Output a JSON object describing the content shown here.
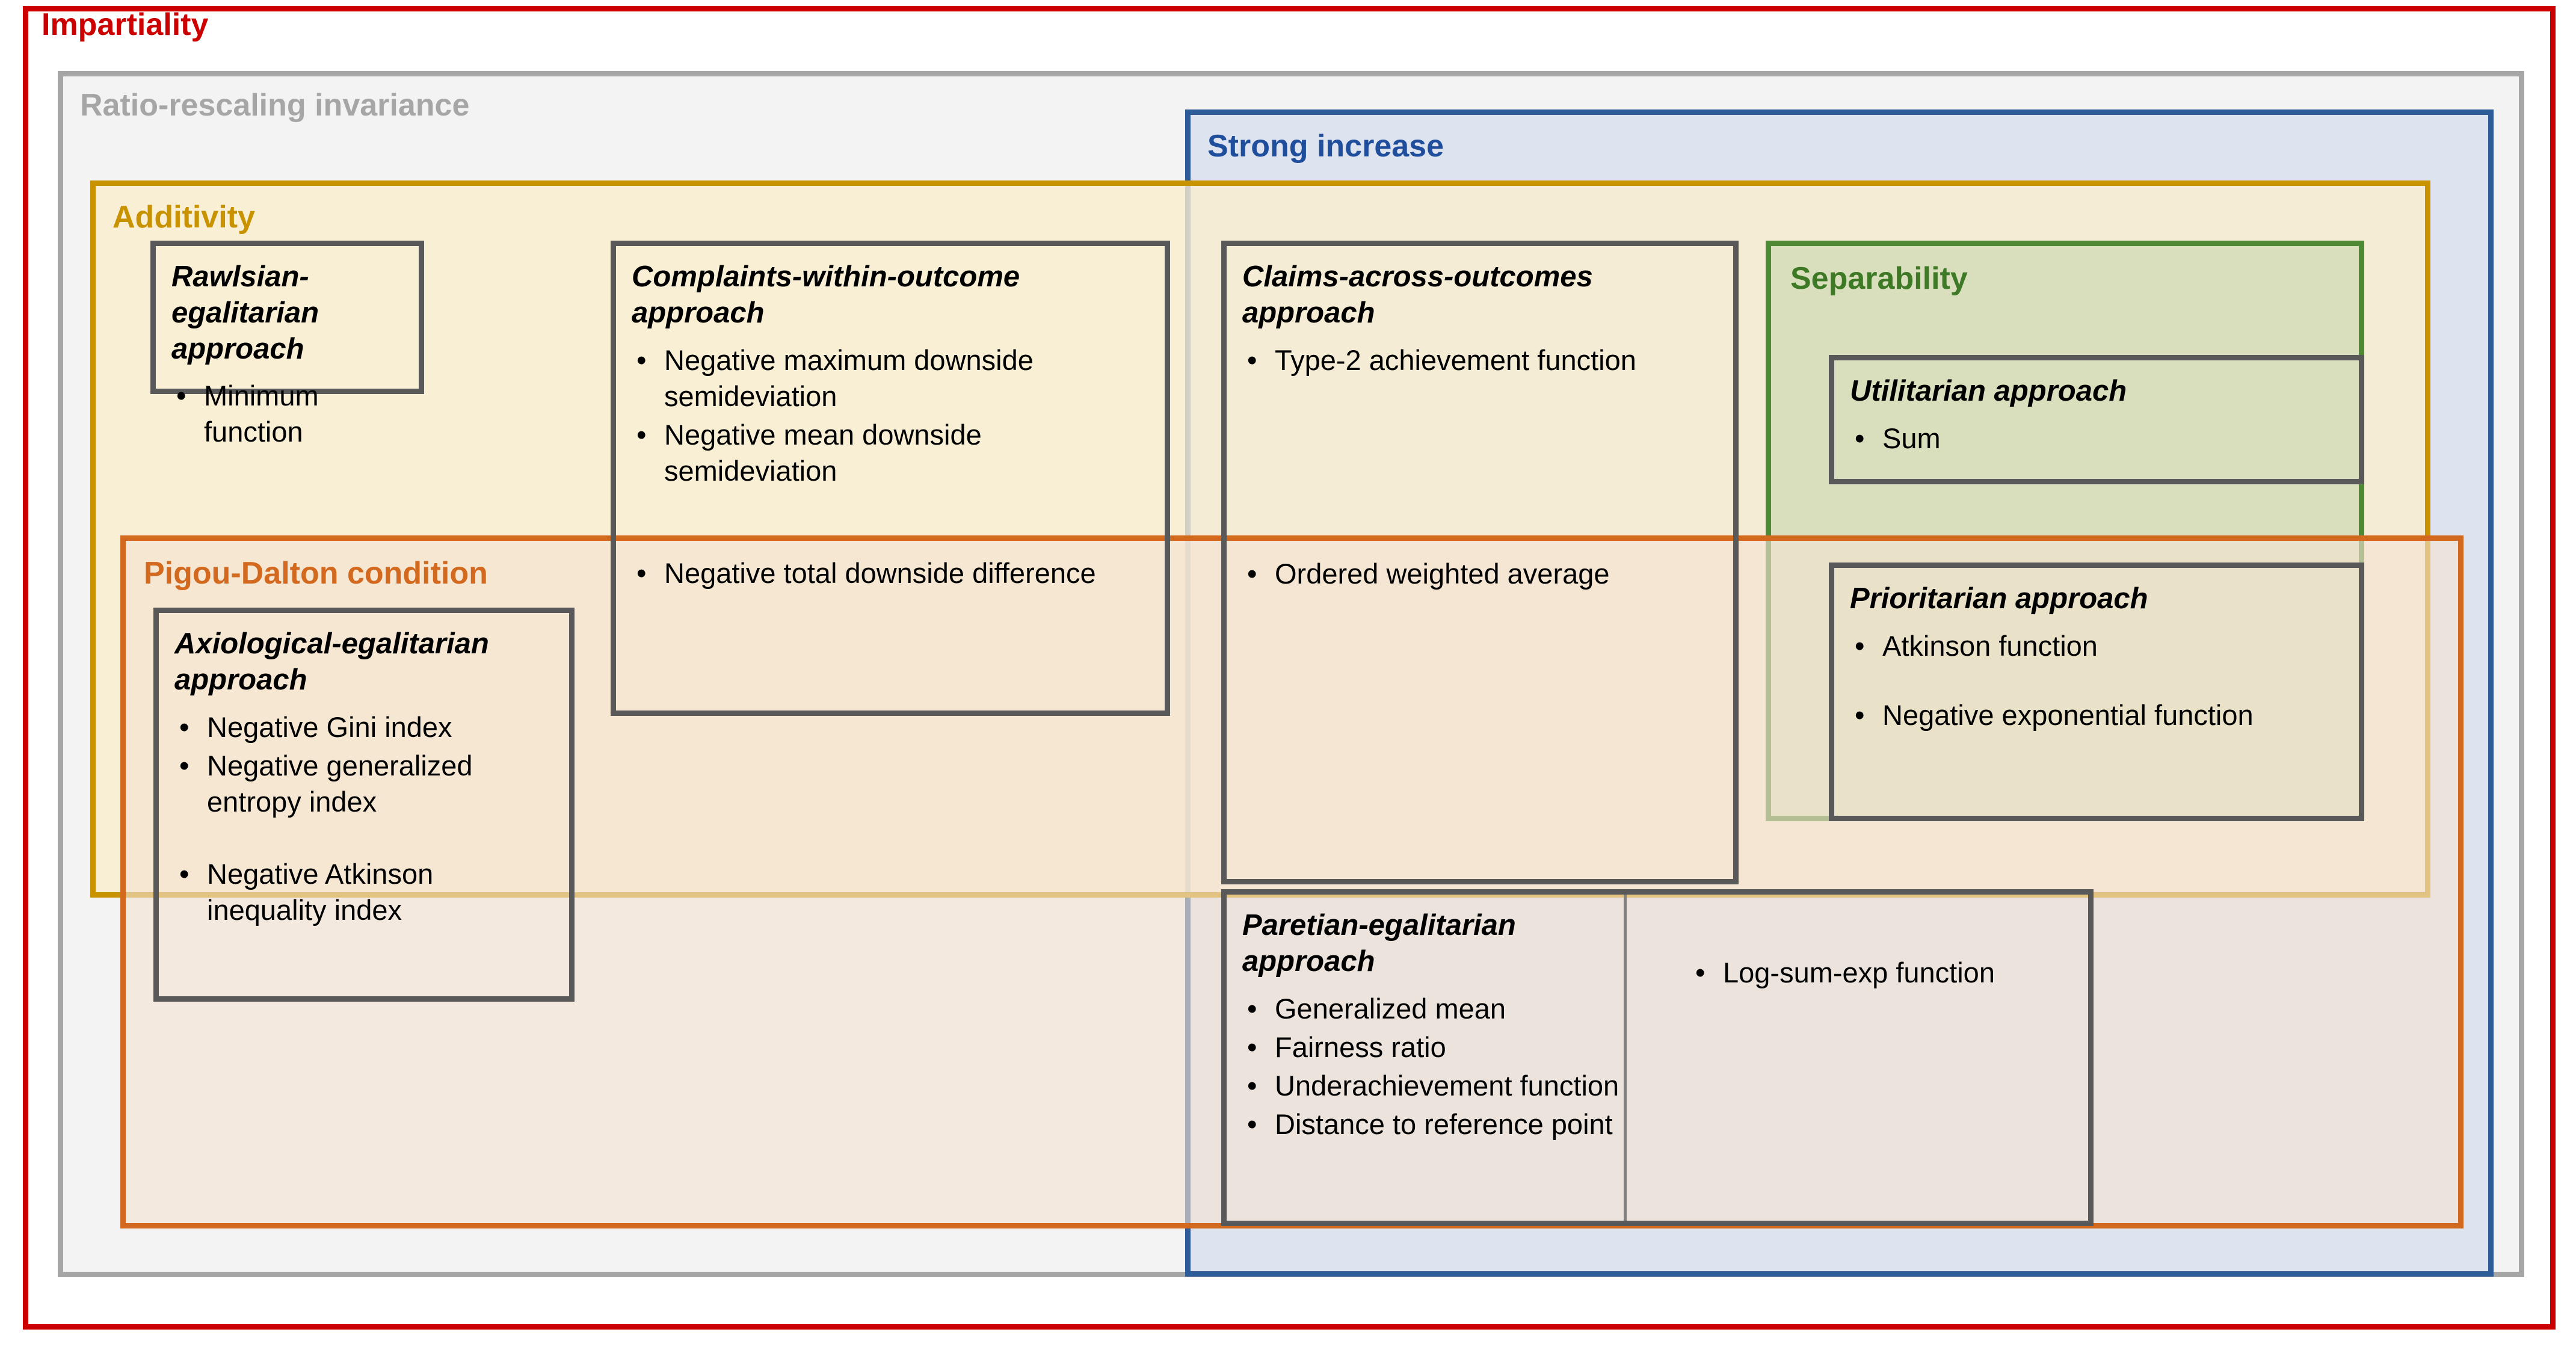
{
  "regions": {
    "impartiality": {
      "label": "Impartiality",
      "color": "#CC0000"
    },
    "ratio_rescaling": {
      "label": "Ratio-rescaling invariance",
      "color": "#A6A6A6"
    },
    "strong_increase": {
      "label": "Strong increase",
      "color": "#1F4E9C"
    },
    "additivity": {
      "label": "Additivity",
      "color": "#C89200"
    },
    "separability": {
      "label": "Separability",
      "color": "#3E7A26"
    },
    "pigou_dalton": {
      "label": "Pigou-Dalton condition",
      "color": "#D2691E"
    }
  },
  "cards": {
    "rawlsian": {
      "title": "Rawlsian-egalitarian approach",
      "items": [
        "Minimum function"
      ]
    },
    "complaints": {
      "title": "Complaints-within-outcome approach",
      "items": [
        "Negative maximum downside semideviation",
        "Negative mean downside semideviation",
        "Negative total downside difference"
      ]
    },
    "claims": {
      "title": "Claims-across-outcomes approach",
      "items": [
        "Type-2 achievement function",
        "Ordered weighted average"
      ]
    },
    "utilitarian": {
      "title": "Utilitarian approach",
      "items": [
        "Sum"
      ]
    },
    "prioritarian": {
      "title": "Prioritarian approach",
      "items": [
        "Atkinson function",
        "Negative exponential function"
      ]
    },
    "axiological": {
      "title": "Axiological-egalitarian approach",
      "items": [
        "Negative Gini index",
        "Negative generalized entropy index",
        "Negative Atkinson inequality index"
      ]
    },
    "paretian": {
      "title": "Paretian-egalitarian approach",
      "items_left": [
        "Generalized mean",
        "Fairness ratio",
        "Underachievement function",
        "Distance to reference point"
      ],
      "items_right": [
        "Log-sum-exp function"
      ]
    }
  },
  "bullet_glyph": "•"
}
